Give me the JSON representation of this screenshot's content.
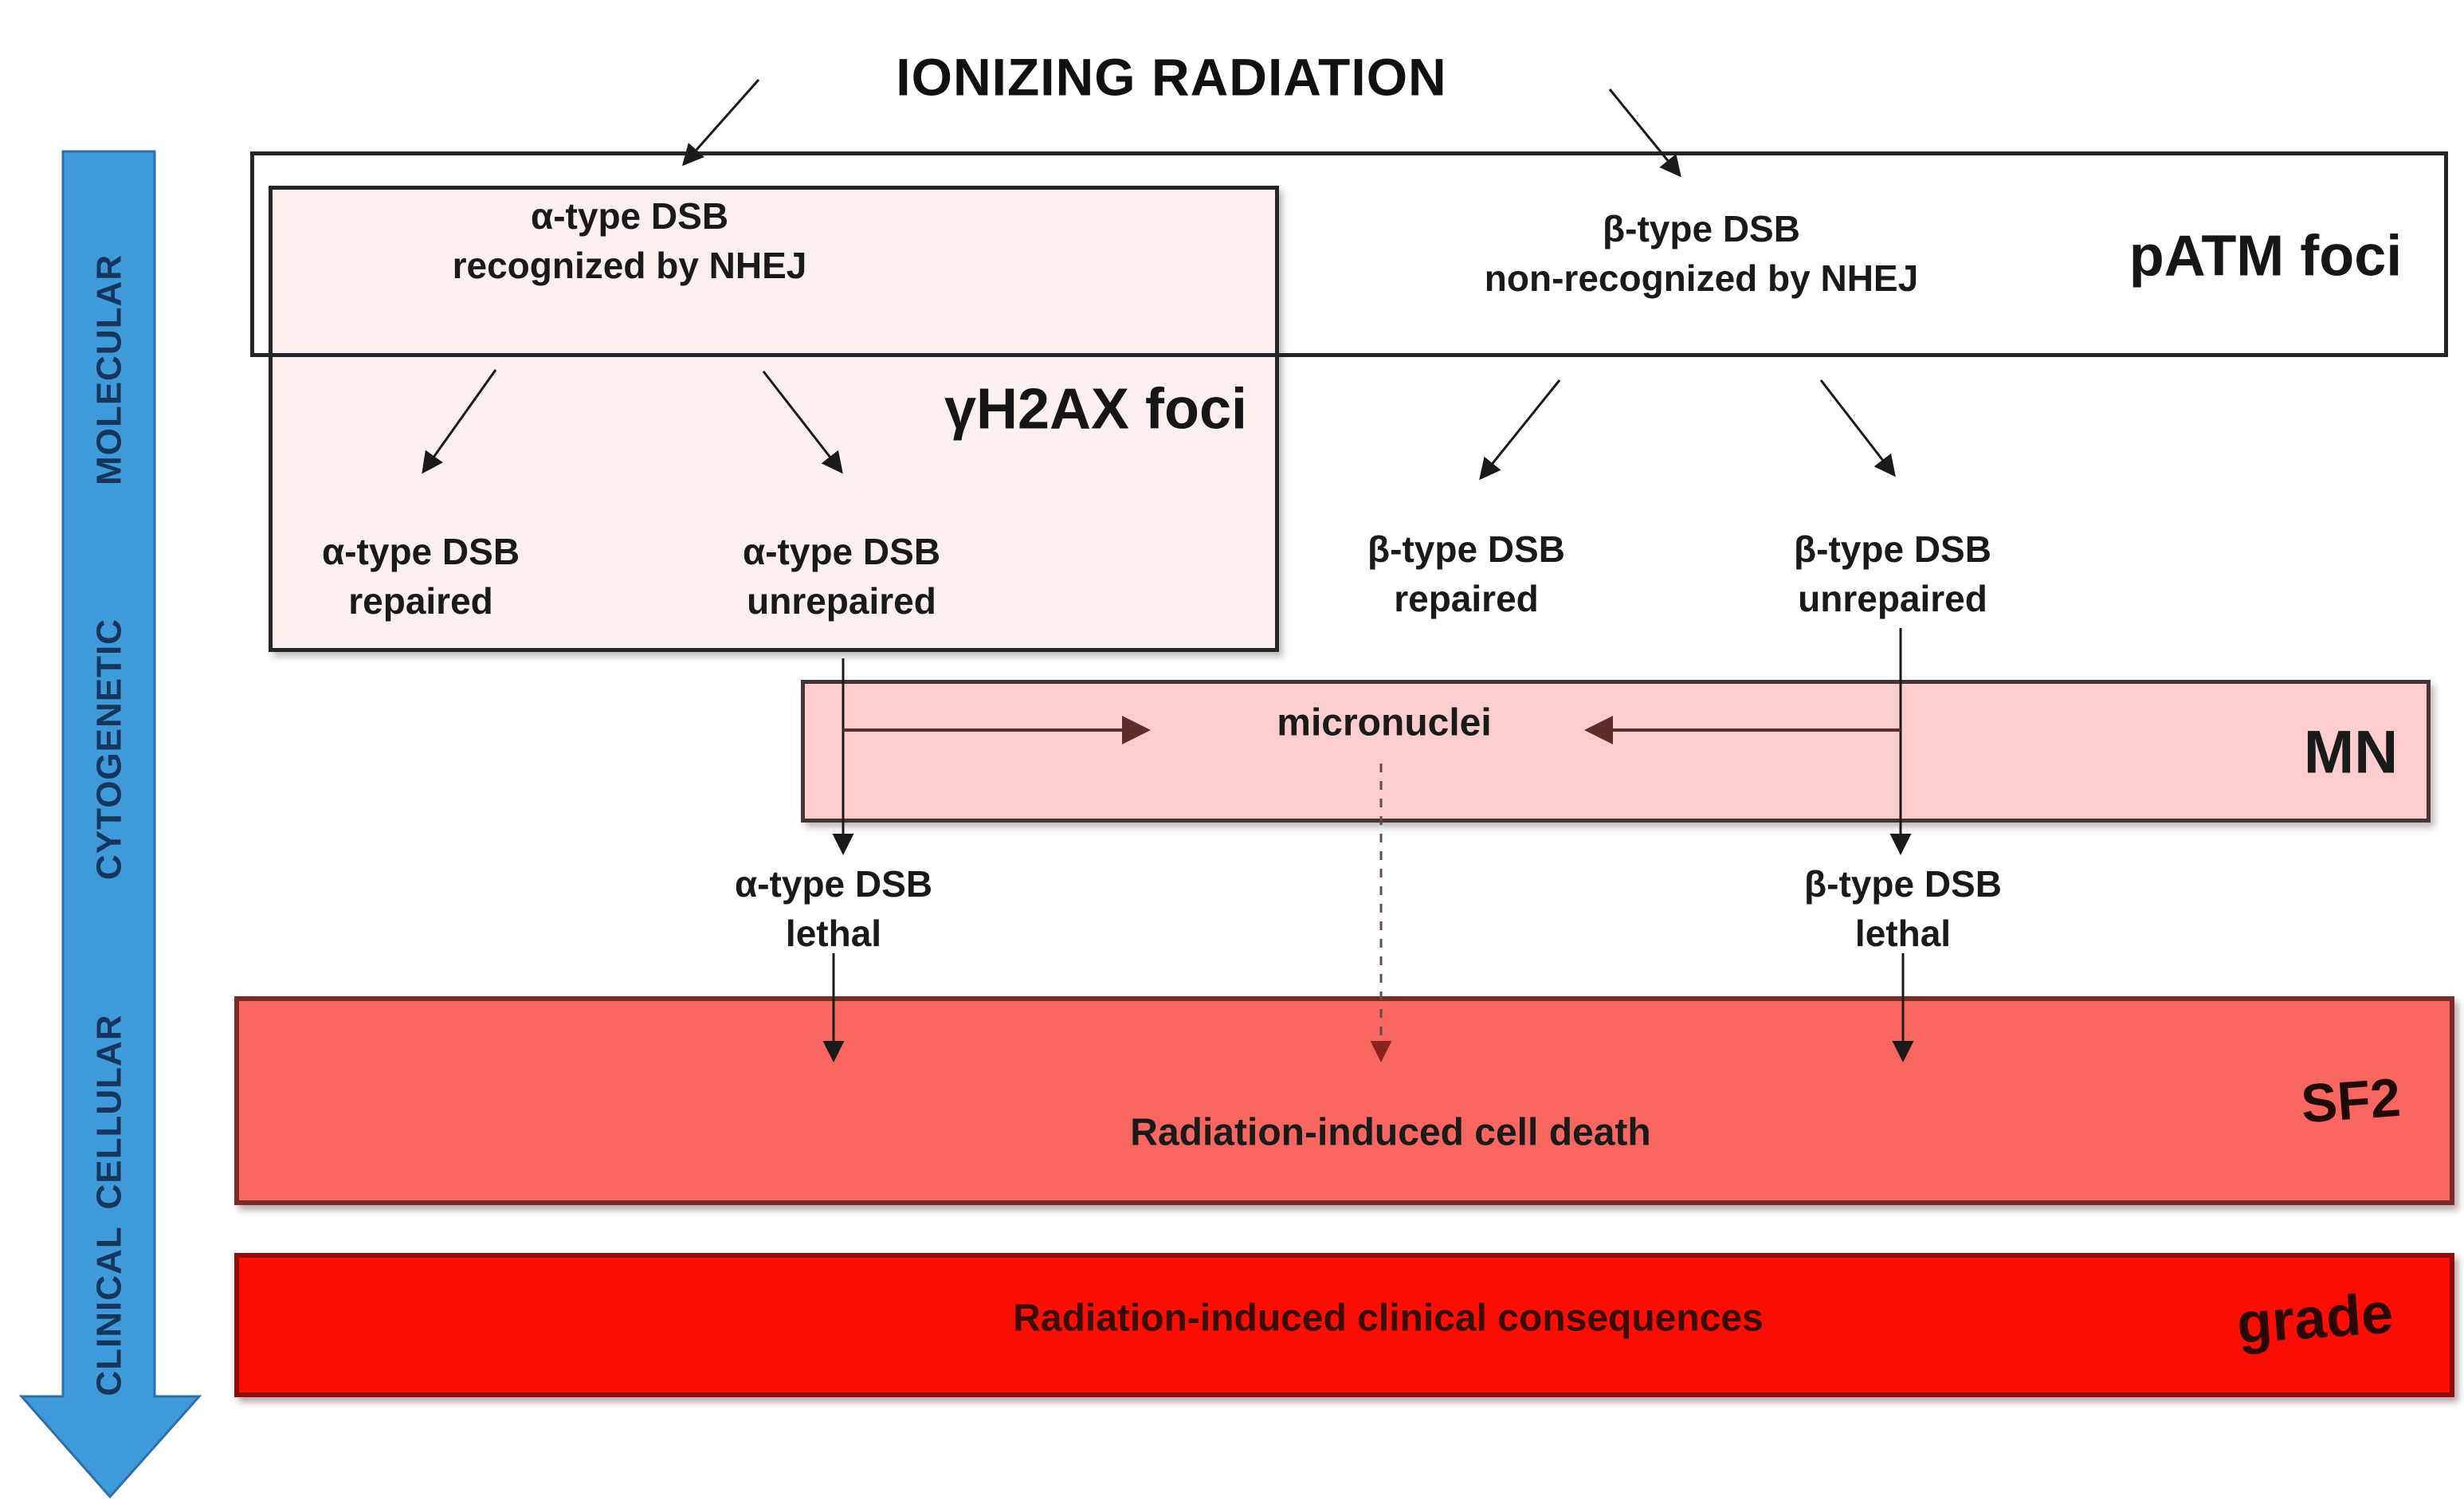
{
  "title": "IONIZING RADIATION",
  "scale_arrow": {
    "labels": [
      "MOLECULAR",
      "CYTOGENETIC",
      "CELLULAR",
      "CLINICAL"
    ],
    "fill": "#3f9ad9",
    "text_color": "#17365d"
  },
  "molecular": {
    "alpha_box": {
      "line1": "α-type DSB",
      "line2": "recognized by NHEJ"
    },
    "beta_box": {
      "line1": "β-type DSB",
      "line2": "non-recognized by NHEJ"
    },
    "gamma_h2ax_label": "γH2AX foci",
    "patm_label": "pATM foci",
    "alpha_box_fill": "#fcf0ef",
    "beta_box_fill": "#ffffff",
    "outcomes": [
      {
        "line1": "α-type DSB",
        "line2": "repaired"
      },
      {
        "line1": "α-type DSB",
        "line2": "unrepaired"
      },
      {
        "line1": "β-type DSB",
        "line2": "repaired"
      },
      {
        "line1": "β-type DSB",
        "line2": "unrepaired"
      }
    ]
  },
  "cytogenetic": {
    "label": "micronuclei",
    "assay_label": "MN",
    "band_fill": "#fbcecd"
  },
  "lethal": [
    {
      "line1": "α-type DSB",
      "line2": "lethal"
    },
    {
      "line1": "β-type DSB",
      "line2": "lethal"
    }
  ],
  "cellular": {
    "label": "Radiation-induced cell death",
    "assay_label": "SF2",
    "band_fill": "#f7675f"
  },
  "clinical": {
    "label": "Radiation-induced clinical consequences",
    "assay_label": "grade",
    "band_fill": "#fb0f04"
  }
}
